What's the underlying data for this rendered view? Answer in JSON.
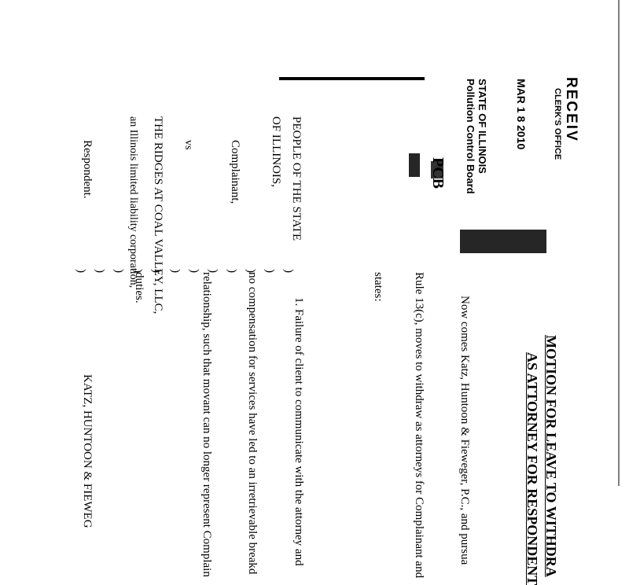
{
  "stamp": {
    "received": "RECEIV",
    "office": "CLERK'S OFFICE",
    "date": "MAR 1 8 2010",
    "state": "STATE OF ILLINOIS",
    "board": "Pollution Control Board"
  },
  "caption": {
    "plaintiff_line1": "PEOPLE OF THE STATE",
    "plaintiff_line2": "OF ILLINOIS,",
    "plaintiff_role": "Complainant,",
    "versus": "vs",
    "defendant_line1": "THE RIDGES AT COAL VALLEY, LLC,",
    "defendant_line2": "an Illinois limited liability corporation,",
    "defendant_role": "Respondent.",
    "case_label": "PCB"
  },
  "motion": {
    "title_line1": "MOTION FOR LEAVE TO WITHDRA",
    "title_line2": "AS ATTORNEY FOR RESPONDENT",
    "intro_line1": "Now comes Katz, Huntoon & Fieweger, P.C., and pursua",
    "intro_line2": "Rule 13(c), moves to withdraw as attorneys for Complainant and",
    "intro_line3": "states:",
    "point1_line1": "1. Failure of client to communicate with the attorney and",
    "point1_line2": "no compensation for services have led to an irretrievable breakd",
    "point1_line3": "relationship, such that movant can no longer represent Complain",
    "point2_line1": "duties."
  },
  "signature": {
    "firm": "KATZ, HUNTOON & FIEWEG"
  },
  "brackets": ")"
}
